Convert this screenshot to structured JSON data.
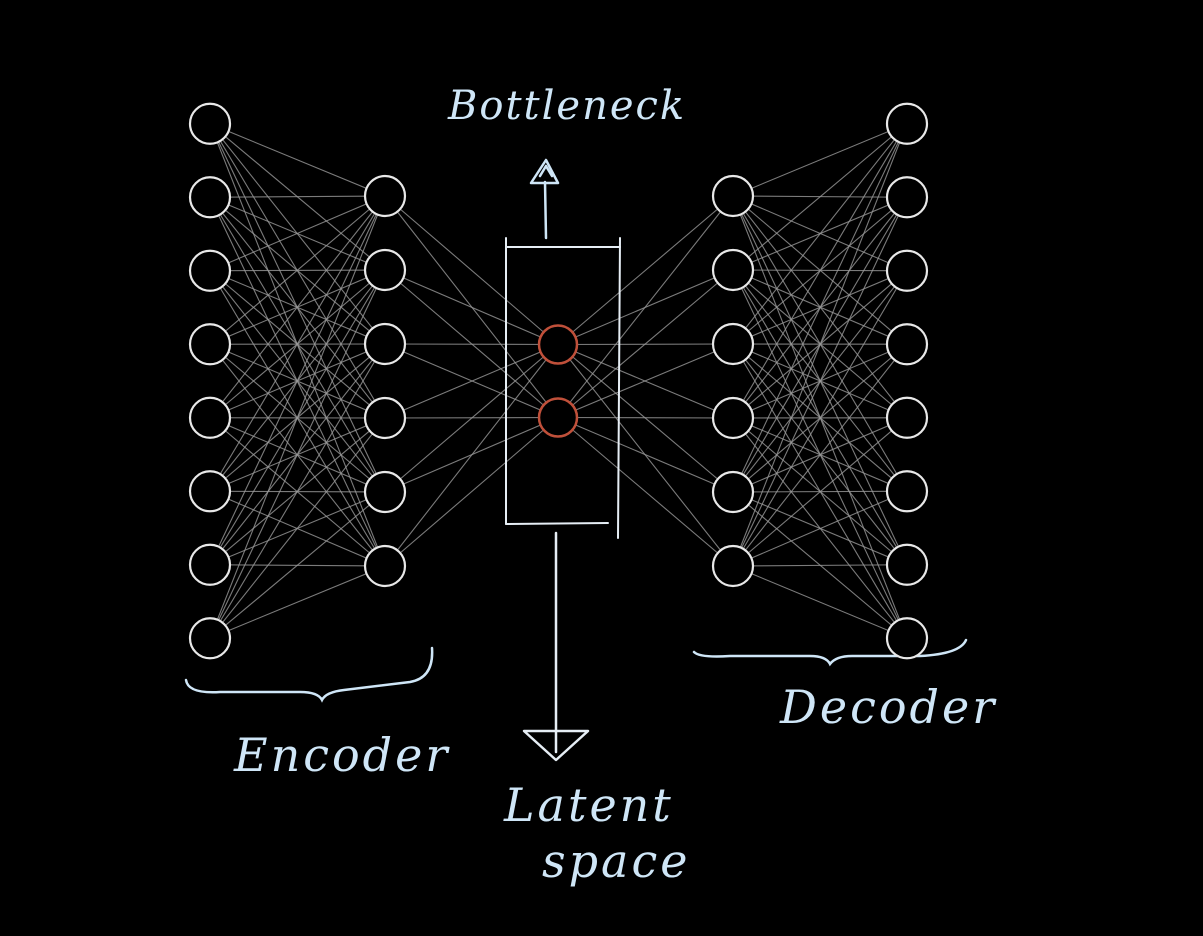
{
  "labels": {
    "bottleneck": "Bottleneck",
    "encoder": "Encoder",
    "decoder": "Decoder",
    "latent_line1": "Latent",
    "latent_line2": "space"
  },
  "network": {
    "layers": [
      {
        "name": "encoder-input",
        "neurons": 8
      },
      {
        "name": "encoder-hidden",
        "neurons": 6
      },
      {
        "name": "latent",
        "neurons": 2
      },
      {
        "name": "decoder-hidden",
        "neurons": 6
      },
      {
        "name": "decoder-output",
        "neurons": 8
      }
    ]
  },
  "colors": {
    "background": "#000000",
    "neuron": "#e8e8e8",
    "latent_neuron": "#c0503a",
    "connection": "#9a9a9a",
    "annotation": "#cfe6f7"
  }
}
